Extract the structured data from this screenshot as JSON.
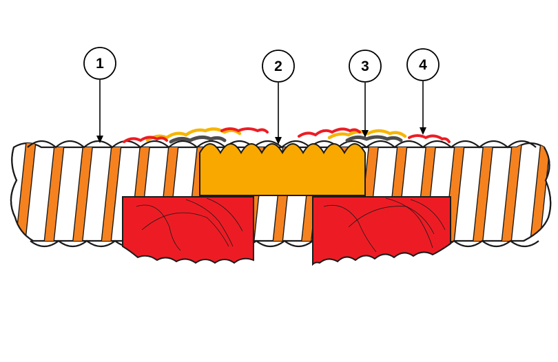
{
  "colors": {
    "hose_stripe": "#f5821f",
    "hose_fill": "#ffffff",
    "outline": "#1a1a1a",
    "sleeve": "#f9a800",
    "clamp": "#ed1c24",
    "gold_layer": "#f7b500",
    "dark_layer": "#4d4d4d",
    "red_layer": "#ed1c24"
  },
  "callouts": [
    {
      "id": "1",
      "label": "1"
    },
    {
      "id": "2",
      "label": "2"
    },
    {
      "id": "3",
      "label": "3"
    },
    {
      "id": "4",
      "label": "4"
    }
  ]
}
